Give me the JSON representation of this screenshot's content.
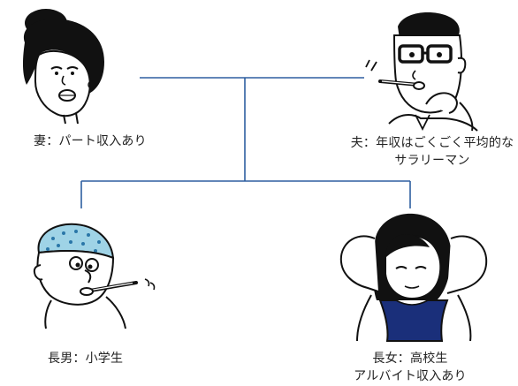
{
  "colors": {
    "line": "#2e5fa0",
    "hair": "#111111",
    "skin": "#ffffff",
    "cap": "#9fd3e6",
    "cap_dot": "#2a76a8",
    "shirt": "#1a2f7a",
    "ink": "#111111",
    "text": "#222222"
  },
  "members": {
    "wife": {
      "icon": "woman-icon",
      "caption_line1": "妻：パート収入あり"
    },
    "husband": {
      "icon": "man-with-glasses-icon",
      "caption_line1": "夫：年収はごくごく平均的な",
      "caption_line2": "サラリーマン"
    },
    "son": {
      "icon": "boy-with-cap-icon",
      "caption_line1": "長男：小学生"
    },
    "daughter": {
      "icon": "girl-icon",
      "caption_line1": "長女：高校生",
      "caption_line2": "アルバイト収入あり"
    }
  }
}
